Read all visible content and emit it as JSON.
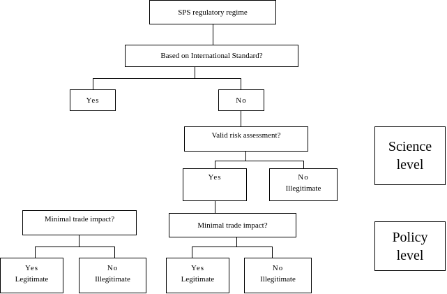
{
  "root": {
    "label": "SPS regulatory regime"
  },
  "q_standard": {
    "label": "Based on International Standard?"
  },
  "std_yes": {
    "label": "Yes"
  },
  "std_no": {
    "label": "No"
  },
  "q_risk": {
    "label": "Valid risk assessment?"
  },
  "risk_yes": {
    "label": "Yes"
  },
  "risk_no": {
    "line1": "No",
    "line2": "Illegitimate"
  },
  "q_trade_left": {
    "label": "Minimal trade impact?"
  },
  "q_trade_right": {
    "label": "Minimal trade impact?"
  },
  "left_yes": {
    "line1": "Yes",
    "line2": "Legitimate"
  },
  "left_no": {
    "line1": "No",
    "line2": "Illegitimate"
  },
  "right_yes": {
    "line1": "Yes",
    "line2": "Legitimate"
  },
  "right_no": {
    "line1": "No",
    "line2": "Illegitimate"
  },
  "science_level": {
    "line1": "Science",
    "line2": "level"
  },
  "policy_level": {
    "line1": "Policy",
    "line2": "level"
  }
}
